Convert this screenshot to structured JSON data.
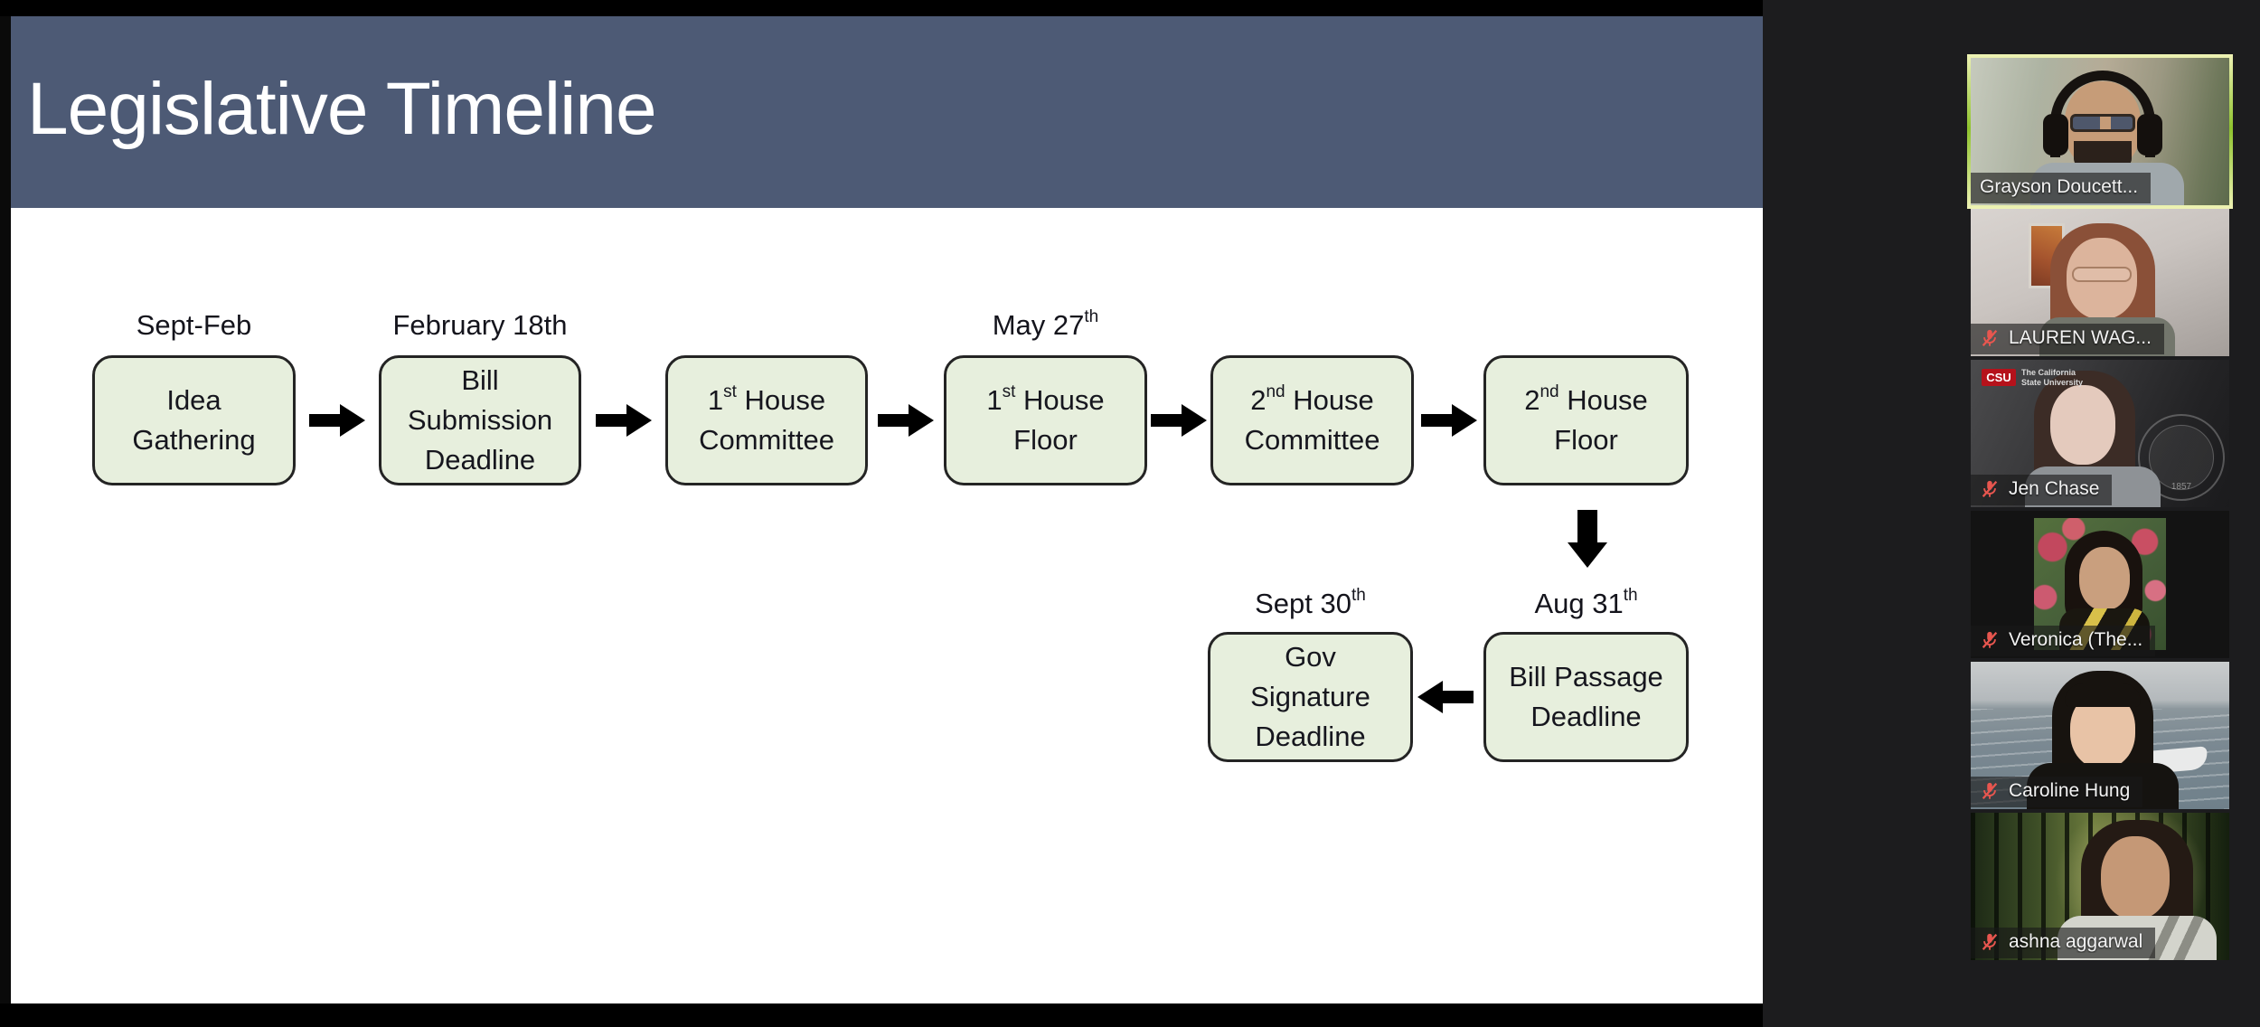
{
  "colors": {
    "header_bg": "#4d5a75",
    "slide_bg": "#ffffff",
    "box_fill": "#e7efdd",
    "box_border": "#242424",
    "box_text": "#16161e",
    "arrow": "#000000",
    "panel_bg": "#1c1c1e",
    "active_border_outer": "#eef2b4",
    "active_border_green": "#8fc32e",
    "mic_red": "#e8564f",
    "label_bg": "rgba(24,24,24,0.62)",
    "csu_red": "#b5121b"
  },
  "slide": {
    "title": "Legislative Timeline",
    "dates": [
      {
        "main": "Sept-Feb",
        "sup": ""
      },
      {
        "main": "February 18th",
        "sup": ""
      },
      {
        "main": "May 27",
        "sup": "th"
      },
      {
        "main": "Sept 30",
        "sup": "th"
      },
      {
        "main": "Aug 31",
        "sup": "th"
      }
    ],
    "boxes": [
      {
        "l1a": "Idea",
        "l1sup": "",
        "l1b": "",
        "l2": "Gathering",
        "l3": ""
      },
      {
        "l1a": "Bill",
        "l1sup": "",
        "l1b": "",
        "l2": "Submission",
        "l3": "Deadline"
      },
      {
        "l1a": "1",
        "l1sup": "st",
        "l1b": " House",
        "l2": "Committee",
        "l3": ""
      },
      {
        "l1a": "1",
        "l1sup": "st",
        "l1b": " House",
        "l2": "Floor",
        "l3": ""
      },
      {
        "l1a": "2",
        "l1sup": "nd",
        "l1b": " House",
        "l2": "Committee",
        "l3": ""
      },
      {
        "l1a": "2",
        "l1sup": "nd",
        "l1b": " House",
        "l2": "Floor",
        "l3": ""
      },
      {
        "l1a": "Gov",
        "l1sup": "",
        "l1b": "",
        "l2": "Signature",
        "l3": "Deadline"
      },
      {
        "l1a": "Bill Passage",
        "l1sup": "",
        "l1b": "",
        "l2": "Deadline",
        "l3": ""
      }
    ]
  },
  "participants": [
    {
      "name": "Grayson Doucett...",
      "muted": false,
      "active": true
    },
    {
      "name": "LAUREN WAG...",
      "muted": true,
      "active": false
    },
    {
      "name": "Jen Chase",
      "muted": true,
      "active": false
    },
    {
      "name": "Veronica (The...",
      "muted": true,
      "active": false
    },
    {
      "name": "Caroline Hung",
      "muted": true,
      "active": false
    },
    {
      "name": "ashna aggarwal",
      "muted": true,
      "active": false
    }
  ],
  "csu_overlay": {
    "badge": "CSU",
    "line1": "The California",
    "line2": "State University",
    "seal_year": "1857"
  }
}
